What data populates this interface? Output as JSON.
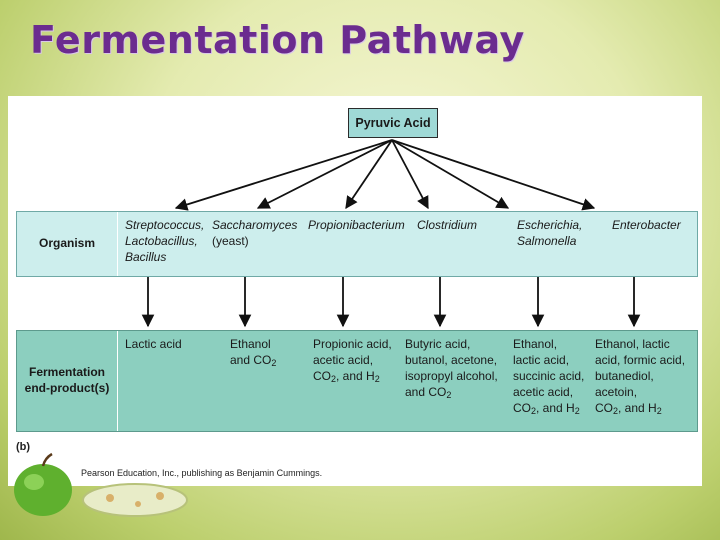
{
  "slide": {
    "title": "Fermentation Pathway"
  },
  "diagram": {
    "root": "Pyruvic Acid",
    "organism_header": "Organism",
    "end_product_header_line1": "Fermentation",
    "end_product_header_line2": "end-product(s)",
    "columns": [
      {
        "organism": [
          "Streptococcus,",
          "Lactobacillus,",
          "Bacillus"
        ],
        "products": [
          "Lactic acid"
        ]
      },
      {
        "organism": [
          "Saccharomyces",
          "(yeast)"
        ],
        "products": [
          "Ethanol",
          "and CO2"
        ]
      },
      {
        "organism": [
          "Propionibacterium"
        ],
        "products": [
          "Propionic acid,",
          "acetic acid,",
          "CO2, and H2"
        ]
      },
      {
        "organism": [
          "Clostridium"
        ],
        "products": [
          "Butyric acid,",
          "butanol, acetone,",
          "isopropyl alcohol,",
          "and CO2"
        ]
      },
      {
        "organism": [
          "Escherichia,",
          "Salmonella"
        ],
        "products": [
          "Ethanol,",
          "lactic acid,",
          "succinic acid,",
          "acetic acid,",
          "CO2, and H2"
        ]
      },
      {
        "organism": [
          "Enterobacter"
        ],
        "products": [
          "Ethanol, lactic",
          "acid, formic acid,",
          "butanediol, acetoin,",
          "CO2, and H2"
        ]
      }
    ],
    "figure_label": "(b)",
    "credit": "Pearson Education, Inc., publishing as Benjamin Cummings."
  },
  "colors": {
    "title": "#6b2c8f",
    "root_box": "#9fd9d6",
    "organism_row": "#cdeeed",
    "end_product_row": "#8ccfbf"
  }
}
